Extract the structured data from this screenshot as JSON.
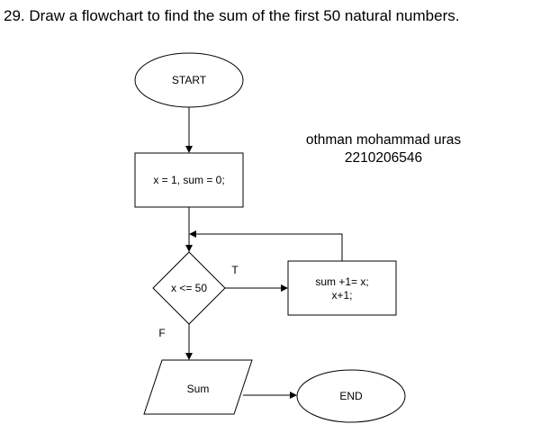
{
  "question": "29. Draw a flowchart to find the sum of the first 50 natural numbers.",
  "author": {
    "name": "othman mohammad uras",
    "id": "2210206546"
  },
  "flowchart": {
    "start_label": "START",
    "init_label": "x = 1, sum = 0;",
    "decision_label": "x <= 50",
    "process_line1": "sum +1= x;",
    "process_line2": "x+1;",
    "true_label": "T",
    "false_label": "F",
    "output_label": "Sum",
    "end_label": "END",
    "stroke_color": "#000000",
    "fill_color": "#ffffff"
  }
}
